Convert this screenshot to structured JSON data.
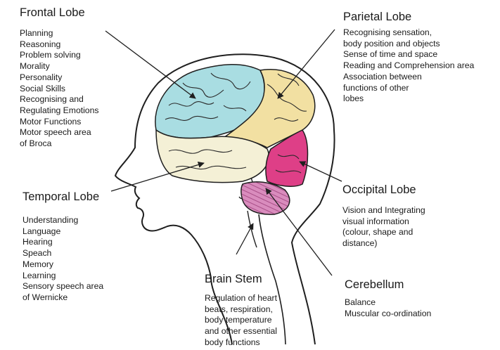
{
  "colors": {
    "frontal": "#a9dde2",
    "parietal": "#f2e0a2",
    "temporal": "#f4f0d6",
    "occipital": "#de3f87",
    "cerebellum": "#d98cbd",
    "outline": "#1f1f1f"
  },
  "frontal": {
    "title": "Frontal Lobe",
    "items": [
      "Planning",
      "Reasoning",
      "Problem solving",
      "Morality",
      "Personality",
      "Social Skills",
      "Recognising and",
      "Regulating Emotions",
      "Motor Functions",
      "Motor speech area",
      "of Broca"
    ]
  },
  "parietal": {
    "title": "Parietal Lobe",
    "items": [
      "Recognising sensation,",
      "body position and objects",
      "Sense of time and space",
      "Reading and Comprehension area",
      "Association between",
      "functions of other",
      "lobes"
    ]
  },
  "temporal": {
    "title": "Temporal Lobe",
    "items": [
      "Understanding",
      "Language",
      "Hearing",
      "Speach",
      "Memory",
      "Learning",
      "Sensory speech area",
      "of Wernicke"
    ]
  },
  "occipital": {
    "title": "Occipital Lobe",
    "items": [
      "Vision and Integrating",
      "visual information",
      "(colour, shape and",
      "distance)"
    ]
  },
  "brainstem": {
    "title": "Brain Stem",
    "items": [
      "Regulation of heart",
      "beats, respiration,",
      "body temperature",
      "and other essential",
      "body functions"
    ]
  },
  "cerebellum": {
    "title": "Cerebellum",
    "items": [
      "Balance",
      "Muscular co-ordination"
    ]
  }
}
